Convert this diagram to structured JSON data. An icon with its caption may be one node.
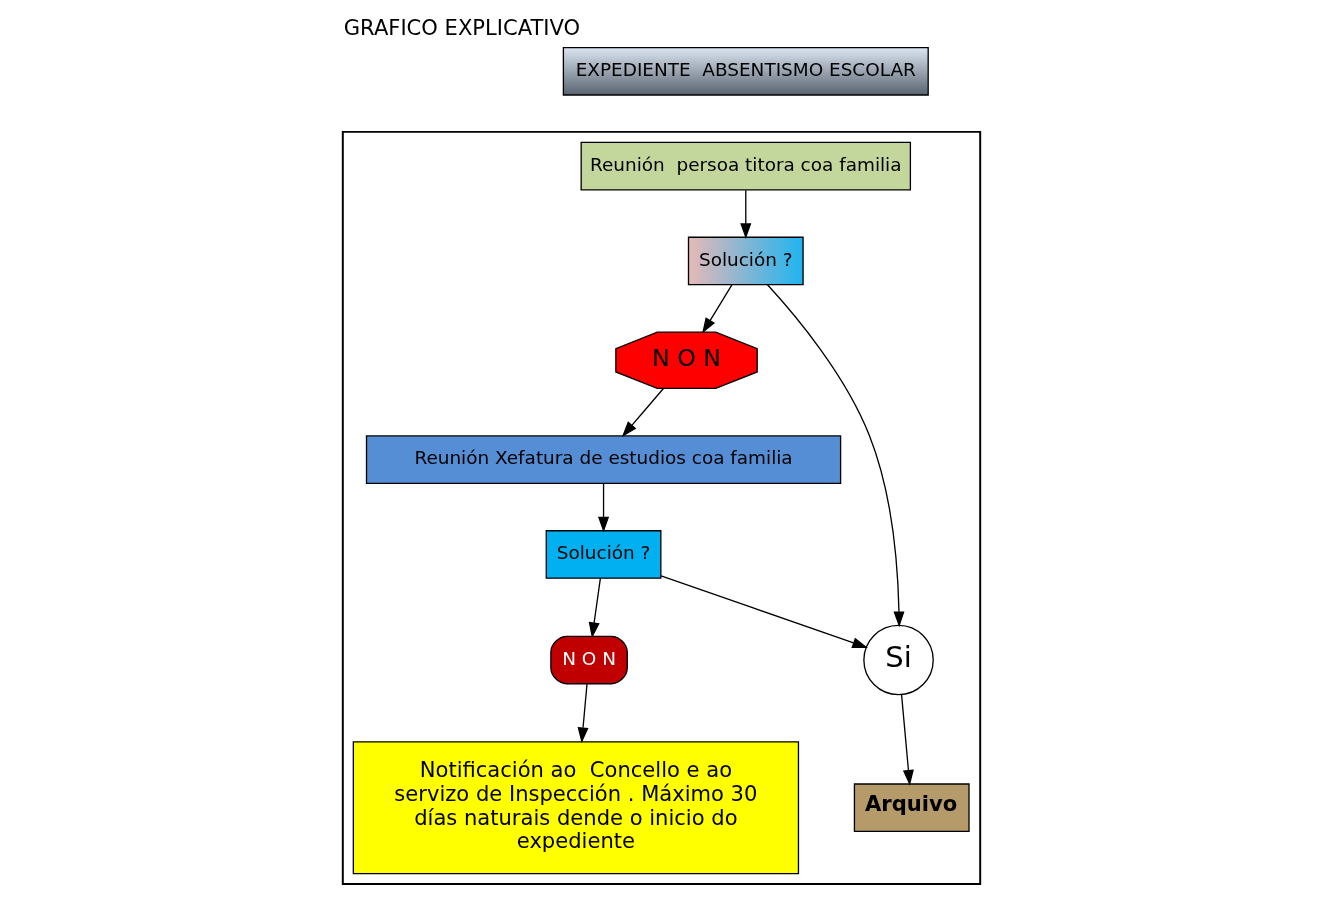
{
  "diagram": {
    "title": "GRAFICO EXPLICATIVO",
    "nodes": [
      {
        "text": [
          "EXPEDIENTE  ABSENTISMO ESCOLAR"
        ]
      },
      {
        "text": [],
        "shape": "box"
      },
      {
        "text": [
          "Reunión  persoa titora coa familia"
        ],
        "in": 1
      },
      {
        "text": [
          "Solución ?"
        ],
        "in": 1
      },
      {
        "text": [
          "N O N"
        ],
        "in": 1
      },
      {
        "text": [
          "Si"
        ],
        "in": 1
      },
      {
        "text": [
          "Reunión Xefatura de estudios coa familia"
        ],
        "in": 1
      },
      {
        "text": [
          "Arquivo"
        ],
        "in": 1
      },
      {
        "text": [
          "Solución ?"
        ],
        "in": 1
      },
      {
        "text": [
          "N O N"
        ],
        "in": 1
      },
      {
        "text": [
          "Notificación ao  Concello e ao servizo de Inspección . Máximo 30 días naturais dende o inicio do expediente"
        ],
        "in": 1
      }
    ],
    "edges": [
      {
        "from": 2,
        "to": 3,
        "arrow": "to"
      },
      {
        "from": 3,
        "to": 5,
        "arrow": "to"
      },
      {
        "from": 3,
        "to": 4,
        "arrow": "to"
      },
      {
        "from": 4,
        "to": 6,
        "arrow": "to"
      },
      {
        "from": 5,
        "to": 7,
        "arrow": "to"
      },
      {
        "from": 6,
        "to": 8,
        "arrow": "to"
      },
      {
        "from": 8,
        "to": 5,
        "arrow": "to"
      },
      {
        "from": 8,
        "to": 9,
        "arrow": "to"
      },
      {
        "from": 9,
        "to": 10,
        "arrow": "to"
      }
    ]
  }
}
